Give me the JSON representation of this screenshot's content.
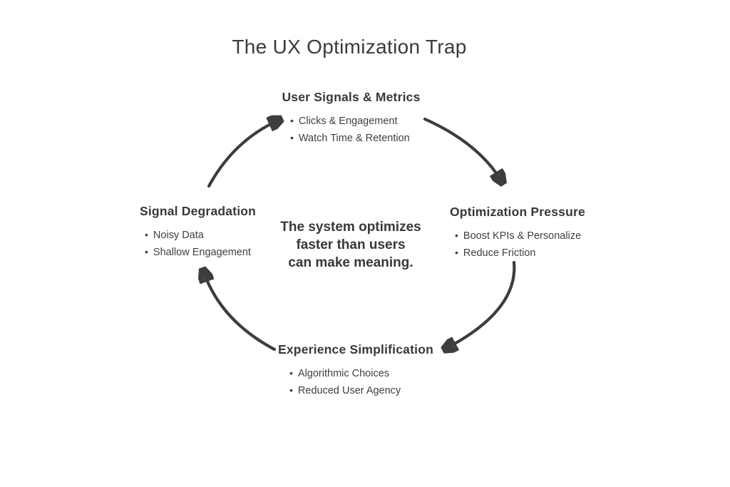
{
  "title": "The UX Optimization Trap",
  "center_message": {
    "lines": [
      "The system optimizes",
      "faster than users",
      "can make meaning."
    ]
  },
  "bullet_char": "•",
  "nodes": [
    {
      "id": "user-signals-metrics",
      "position": "top",
      "title": "User Signals & Metrics",
      "bullets": [
        "Clicks & Engagement",
        "Watch Time & Retention"
      ]
    },
    {
      "id": "optimization-pressure",
      "position": "right",
      "title": "Optimization Pressure",
      "bullets": [
        "Boost KPIs & Personalize",
        "Reduce Friction"
      ]
    },
    {
      "id": "experience-simplification",
      "position": "bottom",
      "title": "Experience Simplification",
      "bullets": [
        "Algorithmic Choices",
        "Reduced User Agency"
      ]
    },
    {
      "id": "signal-degradation",
      "position": "left",
      "title": "Signal Degradation",
      "bullets": [
        "Noisy Data",
        "Shallow Engagement"
      ]
    }
  ],
  "cycle": [
    {
      "from": "signal-degradation",
      "to": "user-signals-metrics"
    },
    {
      "from": "user-signals-metrics",
      "to": "optimization-pressure"
    },
    {
      "from": "optimization-pressure",
      "to": "experience-simplification"
    },
    {
      "from": "experience-simplification",
      "to": "signal-degradation"
    }
  ],
  "colors": {
    "text": "#3b3b3b",
    "arrow": "#3d3d3d",
    "background": "#ffffff"
  }
}
